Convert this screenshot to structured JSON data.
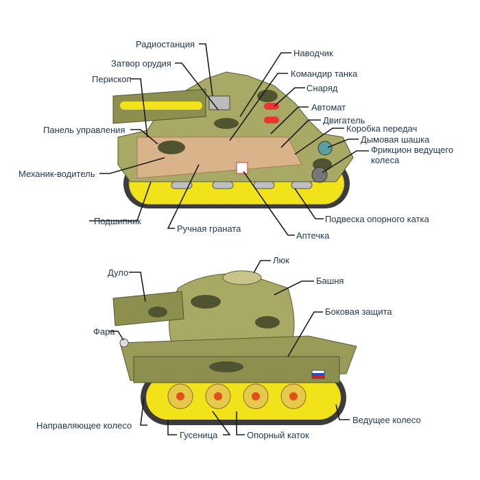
{
  "top_tank": {
    "labels": {
      "radio": "Радиостанция",
      "breech": "Затвор орудия",
      "periscope": "Перископ",
      "control_panel": "Панель управления",
      "driver": "Механик-водитель",
      "bearing": "Подшипник",
      "grenade": "Ручная граната",
      "first_aid": "Аптечка",
      "suspension": "Подвеска опорного катка",
      "gunner": "Наводчик",
      "commander": "Командир танка",
      "shell": "Снаряд",
      "rifle": "Автомат",
      "engine": "Двигатель",
      "gearbox": "Коробка передач",
      "smoke": "Дымовая шашка",
      "clutch_1": "Фрикцион ведущего",
      "clutch_2": "колеса"
    }
  },
  "bottom_tank": {
    "labels": {
      "hatch": "Люк",
      "barrel": "Дуло",
      "turret": "Башня",
      "side_armor": "Боковая защита",
      "headlight": "Фара",
      "idler": "Направляющее колесо",
      "drive_wheel": "Ведущее колесо",
      "track": "Гусеница",
      "road_wheel": "Опорный каток"
    }
  },
  "colors": {
    "label": "#1e3550",
    "camo_light": "#c9c48a",
    "camo_mid": "#8c8f4e",
    "camo_dark": "#4f5330",
    "yellow": "#f2e21a",
    "wood": "#d9b48a",
    "track": "#444444"
  }
}
